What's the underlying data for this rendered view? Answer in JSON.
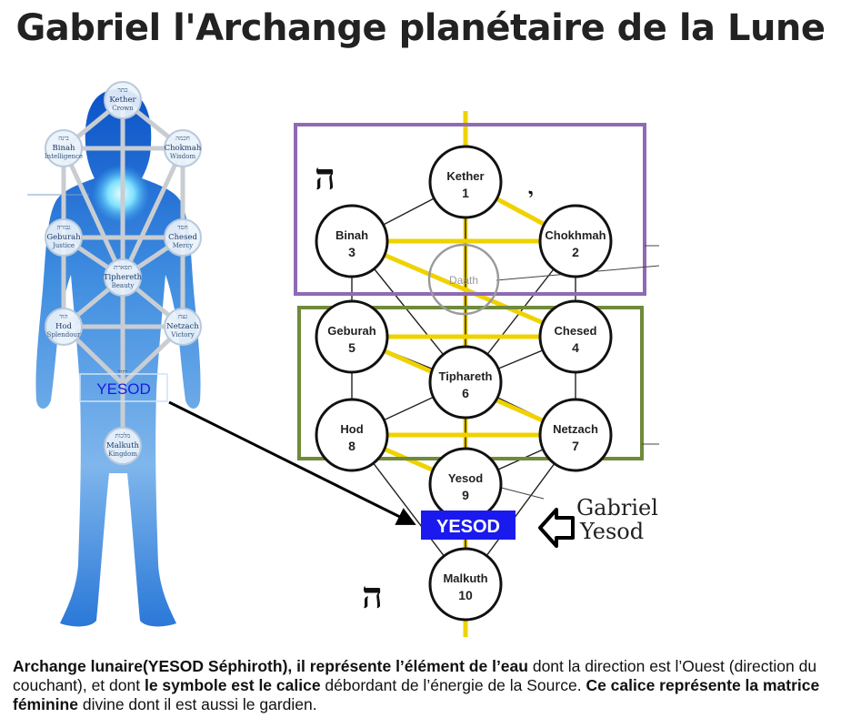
{
  "title": "Gabriel l'Archange planétaire de la Lune",
  "body_figure": {
    "spheres": [
      {
        "hebrew": "כתר",
        "name": "Kether",
        "sub": "Crown"
      },
      {
        "hebrew": "בינה",
        "name": "Binah",
        "sub": "Intelligence"
      },
      {
        "hebrew": "חכמה",
        "name": "Chokmah",
        "sub": "Wisdom"
      },
      {
        "hebrew": "גבורה",
        "name": "Geburah",
        "sub": "Justice"
      },
      {
        "hebrew": "חסד",
        "name": "Chesed",
        "sub": "Mercy"
      },
      {
        "hebrew": "תפארת",
        "name": "Tiphereth",
        "sub": "Beauty"
      },
      {
        "hebrew": "הוד",
        "name": "Hod",
        "sub": "Splendour"
      },
      {
        "hebrew": "נצח",
        "name": "Netzach",
        "sub": "Victory"
      },
      {
        "hebrew": "יסוד",
        "name": "",
        "sub": ""
      },
      {
        "hebrew": "מלכות",
        "name": "Malkuth",
        "sub": "Kingdom"
      }
    ],
    "yesod_label": "YESOD"
  },
  "tree": {
    "nodes": [
      {
        "name": "Kether",
        "number": "1"
      },
      {
        "name": "Chokhmah",
        "number": "2"
      },
      {
        "name": "Binah",
        "number": "3"
      },
      {
        "name": "Chesed",
        "number": "4"
      },
      {
        "name": "Geburah",
        "number": "5"
      },
      {
        "name": "Tiphareth",
        "number": "6"
      },
      {
        "name": "Netzach",
        "number": "7"
      },
      {
        "name": "Hod",
        "number": "8"
      },
      {
        "name": "Yesod",
        "number": "9"
      },
      {
        "name": "Malkuth",
        "number": "10"
      }
    ],
    "daath": "Daath",
    "yesod_badge": "YESOD",
    "hebrew_top": "ה",
    "hebrew_yod": "י",
    "hebrew_bottom": "ה",
    "gabriel_line1": "Gabriel",
    "gabriel_line2": "Yesod"
  },
  "colors": {
    "purple_box": "#8e6bb3",
    "green_box": "#6f8a3a",
    "yellow_path": "#f0d200",
    "yesod_badge": "#1a1aee",
    "body_blue": "#1f6fd6"
  },
  "description": {
    "b1": "Archange lunaire(YESOD Séphiroth), il représente l’élément de l’eau",
    "t1": " dont la direction est l’Ouest (direction du couchant), et dont ",
    "b2": "le symbole est le calice",
    "t2": " débordant de l’énergie de la Source. ",
    "b3": "Ce calice représente la matrice féminine",
    "t3": " divine dont il est aussi le gardien."
  }
}
